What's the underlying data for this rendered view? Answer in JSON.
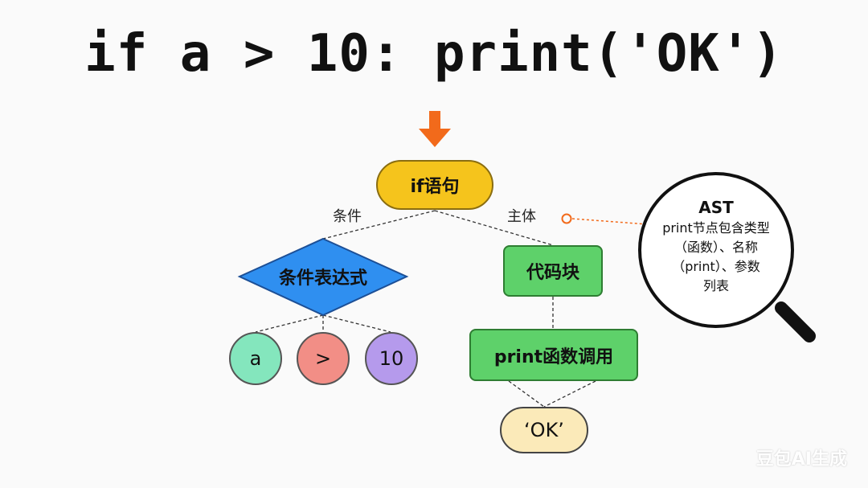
{
  "code_title": "if a > 10: print('OK')",
  "nodes": {
    "if_statement": "if语句",
    "condition_expr": "条件表达式",
    "code_block": "代码块",
    "print_call": "print函数调用",
    "ok_string": "‘OK’",
    "operand_a": "a",
    "operator_gt": ">",
    "operand_10": "10"
  },
  "edge_labels": {
    "condition": "条件",
    "body": "主体"
  },
  "magnifier": {
    "title": "AST",
    "lines": [
      "print节点包含类型",
      "（函数）、名称",
      "（print）、参数",
      "列表"
    ]
  },
  "watermark": "豆包AI生成",
  "colors": {
    "if_node": "#f5c41c",
    "condition_diamond": "#2f8ff0",
    "code_nodes": "#5ed16a",
    "ok_node": "#fbeab9",
    "leaf_a": "#84e6bd",
    "leaf_gt": "#f28e86",
    "leaf_10": "#b59aec",
    "arrow": "#f26a1b",
    "callout_line": "#f26a1b"
  },
  "icons": [
    "down-arrow-icon",
    "magnifier-icon"
  ]
}
